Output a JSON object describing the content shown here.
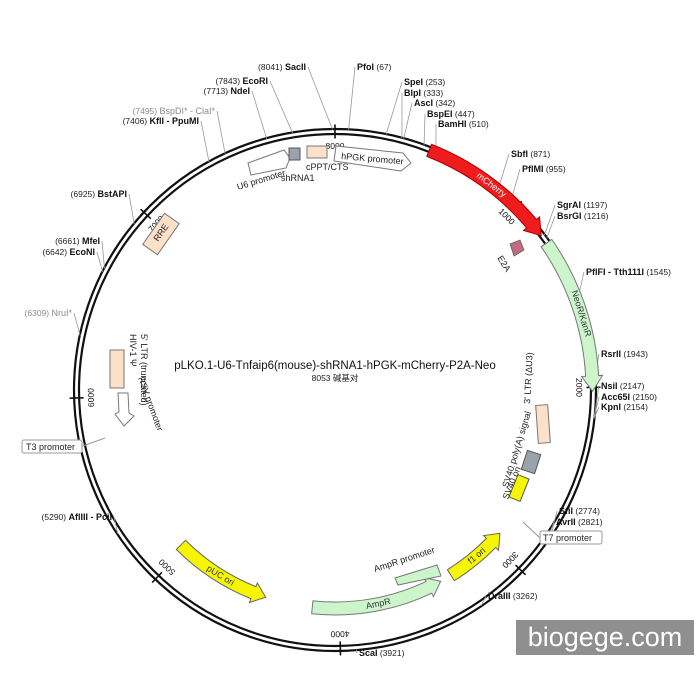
{
  "plasmid": {
    "name": "pLKO.1-U6-Tnfaip6(mouse)-shRNA1-hPGK-mCherry-P2A-Neo",
    "length_label": "8053 碱基对",
    "total_bp": 8053
  },
  "ticks": [
    {
      "bp": 0,
      "label": "8000",
      "display_bp": 8000
    },
    {
      "bp": 1000,
      "label": "1000"
    },
    {
      "bp": 2000,
      "label": "2000"
    },
    {
      "bp": 3000,
      "label": "3000"
    },
    {
      "bp": 4000,
      "label": "4000"
    },
    {
      "bp": 5000,
      "label": "5000"
    },
    {
      "bp": 6000,
      "label": "6000"
    },
    {
      "bp": 7000,
      "label": "7000"
    }
  ],
  "sites": [
    {
      "bp": 8041,
      "name": "SacII",
      "pos": "(8041)"
    },
    {
      "bp": 67,
      "name": "PfoI",
      "pos": "(67)"
    },
    {
      "bp": 253,
      "name": "SpeI",
      "pos": "(253)"
    },
    {
      "bp": 333,
      "name": "BlpI",
      "pos": "(333)"
    },
    {
      "bp": 342,
      "name": "AscI",
      "pos": "(342)"
    },
    {
      "bp": 447,
      "name": "BspEI",
      "pos": "(447)"
    },
    {
      "bp": 510,
      "name": "BamHI",
      "pos": "(510)"
    },
    {
      "bp": 871,
      "name": "SbfI",
      "pos": "(871)"
    },
    {
      "bp": 955,
      "name": "PflMI",
      "pos": "(955)"
    },
    {
      "bp": 1197,
      "name": "SgrAI",
      "pos": "(1197)"
    },
    {
      "bp": 1216,
      "name": "BsrGI",
      "pos": "(1216)"
    },
    {
      "bp": 1545,
      "name": "PflFI - Tth111I",
      "pos": "(1545)"
    },
    {
      "bp": 1943,
      "name": "RsrII",
      "pos": "(1943)"
    },
    {
      "bp": 2147,
      "name": "NsiI",
      "pos": "(2147)"
    },
    {
      "bp": 2150,
      "name": "Acc65I",
      "pos": "(2150)"
    },
    {
      "bp": 2154,
      "name": "KpnI",
      "pos": "(2154)"
    },
    {
      "bp": 2774,
      "name": "SfiI",
      "pos": "(2774)"
    },
    {
      "bp": 2821,
      "name": "AvrII",
      "pos": "(2821)"
    },
    {
      "bp": 3262,
      "name": "DraIII",
      "pos": "(3262)"
    },
    {
      "bp": 3921,
      "name": "ScaI",
      "pos": "(3921)"
    },
    {
      "bp": 5290,
      "name": "AflIII - PciI",
      "pos": "(5290)"
    },
    {
      "bp": 6309,
      "name": "NruI*",
      "pos": "(6309)",
      "gray": true
    },
    {
      "bp": 6642,
      "name": "EcoNI",
      "pos": "(6642)"
    },
    {
      "bp": 6661,
      "name": "MfeI",
      "pos": "(6661)"
    },
    {
      "bp": 6925,
      "name": "BstAPI",
      "pos": "(6925)"
    },
    {
      "bp": 7406,
      "name": "KflI - PpuMI",
      "pos": "(7406)"
    },
    {
      "bp": 7495,
      "name": "BspDI* - ClaI*",
      "pos": "(7495)",
      "gray": true
    },
    {
      "bp": 7713,
      "name": "NdeI",
      "pos": "(7713)"
    },
    {
      "bp": 7843,
      "name": "EcoRI",
      "pos": "(7843)"
    }
  ],
  "features": [
    {
      "name": "mCherry",
      "start": 480,
      "end": 1190,
      "color": "#ee1c1c",
      "stroke": "#aa0000",
      "text": "#ffffff",
      "type": "arrow",
      "ring": "on"
    },
    {
      "name": "NeoR/KanR",
      "start": 1235,
      "end": 2020,
      "color": "#ccf5cc",
      "stroke": "#777777",
      "text": "#333333",
      "type": "arrow",
      "ring": "on"
    },
    {
      "name": "f1 ori",
      "start": 2930,
      "end": 3310,
      "color": "#f6f600",
      "stroke": "#666666",
      "text": "#333333",
      "type": "arrow-rev",
      "ring": "inner"
    },
    {
      "name": "AmpR",
      "start": 3380,
      "end": 4160,
      "color": "#ccf5cc",
      "stroke": "#777777",
      "text": "#333333",
      "type": "arrow-rev",
      "ring": "inner"
    },
    {
      "name": "pUC ori",
      "start": 4440,
      "end": 5030,
      "color": "#f6f600",
      "stroke": "#666666",
      "text": "#333333",
      "type": "arrow-rev",
      "ring": "inner"
    }
  ],
  "feature_labels": [
    {
      "name": "hPGK promoter"
    },
    {
      "name": "E2A"
    },
    {
      "name": "3' LTR (ΔU3)"
    },
    {
      "name": "SV40 poly(A) signal"
    },
    {
      "name": "SV40 ori"
    },
    {
      "name": "AmpR promoter"
    },
    {
      "name": "RRE"
    },
    {
      "name": "U6 promoter"
    },
    {
      "name": "shRNA1"
    },
    {
      "name": "cPPT/CTS"
    },
    {
      "name": "5' LTR (truncated)"
    },
    {
      "name": "HIV-1 Ψ"
    },
    {
      "name": "RSV promoter"
    },
    {
      "name": "T3 promoter"
    },
    {
      "name": "T7 promoter"
    }
  ],
  "watermark": "biogege.com"
}
